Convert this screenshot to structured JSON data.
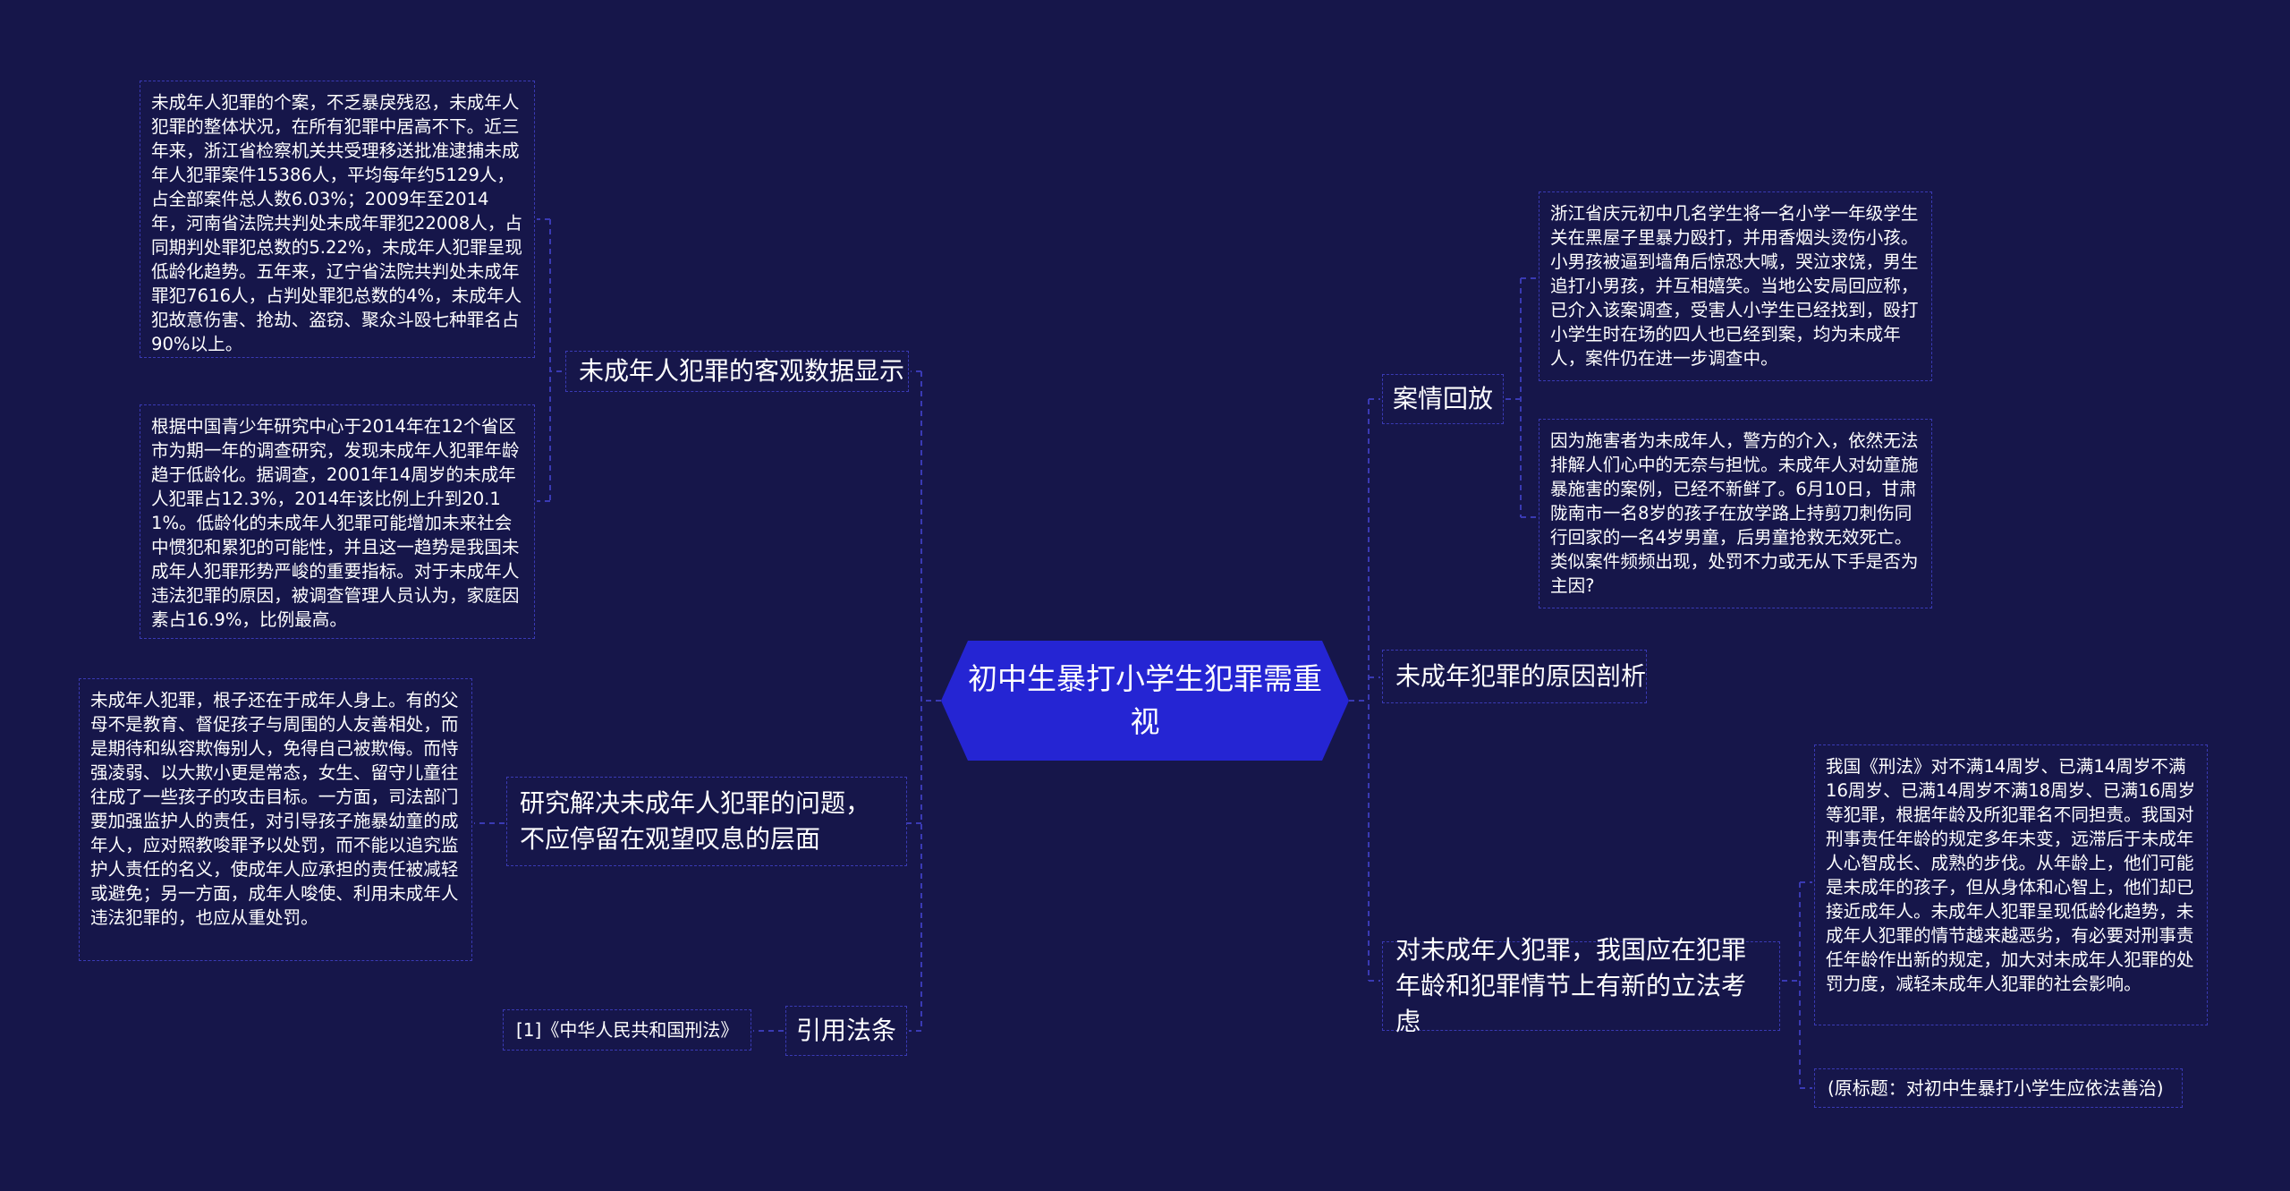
{
  "colors": {
    "background": "#16164a",
    "root_fill": "#2525d3",
    "connector": "#3a3ab4",
    "text": "#ffffff"
  },
  "root": {
    "title": "初中生暴打小学生犯罪需重视"
  },
  "left": {
    "branch1": {
      "title": "未成年人犯罪的客观数据显示",
      "details": [
        "未成年人犯罪的个案，不乏暴戾残忍，未成年人犯罪的整体状况，在所有犯罪中居高不下。近三年来，浙江省检察机关共受理移送批准逮捕未成年人犯罪案件15386人，平均每年约5129人，占全部案件总人数6.03%；2009年至2014年，河南省法院共判处未成年罪犯22008人，占同期判处罪犯总数的5.22%，未成年人犯罪呈现低龄化趋势。五年来，辽宁省法院共判处未成年罪犯7616人，占判处罪犯总数的4%，未成年人犯故意伤害、抢劫、盗窃、聚众斗殴七种罪名占90%以上。",
        "根据中国青少年研究中心于2014年在12个省区市为期一年的调查研究，发现未成年人犯罪年龄趋于低龄化。据调查，2001年14周岁的未成年人犯罪占12.3%，2014年该比例上升到20.11%。低龄化的未成年人犯罪可能增加未来社会中惯犯和累犯的可能性，并且这一趋势是我国未成年人犯罪形势严峻的重要指标。对于未成年人违法犯罪的原因，被调查管理人员认为，家庭因素占16.9%，比例最高。"
      ]
    },
    "branch2": {
      "title": "研究解决未成年人犯罪的问题，不应停留在观望叹息的层面",
      "details": [
        "未成年人犯罪，根子还在于成年人身上。有的父母不是教育、督促孩子与周围的人友善相处，而是期待和纵容欺侮别人，免得自己被欺侮。而恃强凌弱、以大欺小更是常态，女生、留守儿童往往成了一些孩子的攻击目标。一方面，司法部门要加强监护人的责任，对引导孩子施暴幼童的成年人，应对照教唆罪予以处罚，而不能以追究监护人责任的名义，使成年人应承担的责任被减轻或避免；另一方面，成年人唆使、利用未成年人违法犯罪的，也应从重处罚。"
      ]
    },
    "branch3": {
      "title": "引用法条",
      "details": [
        "[1]《中华人民共和国刑法》"
      ]
    }
  },
  "right": {
    "branch1": {
      "title": "案情回放",
      "details": [
        "浙江省庆元初中几名学生将一名小学一年级学生关在黑屋子里暴力殴打，并用香烟头烫伤小孩。小男孩被逼到墙角后惊恐大喊，哭泣求饶，男生追打小男孩，并互相嬉笑。当地公安局回应称，已介入该案调查，受害人小学生已经找到，殴打小学生时在场的四人也已经到案，均为未成年人，案件仍在进一步调查中。",
        "因为施害者为未成年人，警方的介入，依然无法排解人们心中的无奈与担忧。未成年人对幼童施暴施害的案例，已经不新鲜了。6月10日，甘肃陇南市一名8岁的孩子在放学路上持剪刀刺伤同行回家的一名4岁男童，后男童抢救无效死亡。类似案件频频出现，处罚不力或无从下手是否为主因?"
      ]
    },
    "branch2": {
      "title": "未成年犯罪的原因剖析",
      "details": []
    },
    "branch3": {
      "title": "对未成年人犯罪，我国应在犯罪年龄和犯罪情节上有新的立法考虑",
      "details": [
        "我国《刑法》对不满14周岁、已满14周岁不满16周岁、已满14周岁不满18周岁、已满16周岁等犯罪，根据年龄及所犯罪名不同担责。我国对刑事责任年龄的规定多年未变，远滞后于未成年人心智成长、成熟的步伐。从年龄上，他们可能是未成年的孩子，但从身体和心智上，他们却已接近成年人。未成年人犯罪呈现低龄化趋势，未成年人犯罪的情节越来越恶劣，有必要对刑事责任年龄作出新的规定，加大对未成年人犯罪的处罚力度，减轻未成年人犯罪的社会影响。",
        "(原标题：对初中生暴打小学生应依法善治)"
      ]
    }
  }
}
